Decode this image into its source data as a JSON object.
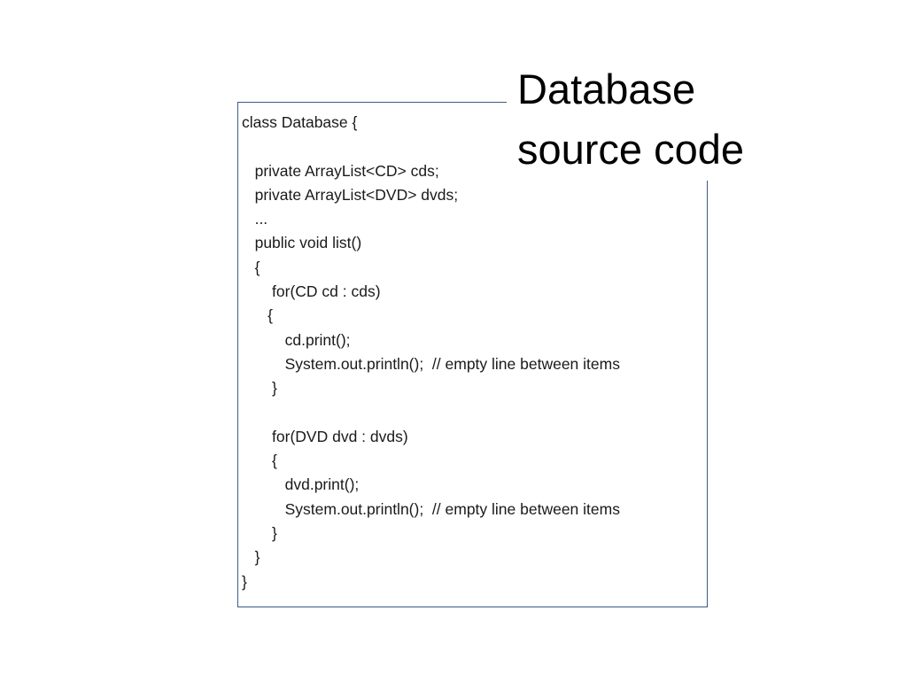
{
  "slide": {
    "title_lines": [
      "Database",
      "source code"
    ],
    "code_lines": [
      "class Database {",
      "",
      "   private ArrayList<CD> cds;",
      "   private ArrayList<DVD> dvds;",
      "   ...",
      "   public void list()",
      "   {",
      "       for(CD cd : cds)",
      "      {",
      "          cd.print();",
      "          System.out.println();  // empty line between items",
      "       }",
      "",
      "       for(DVD dvd : dvds)",
      "       {",
      "          dvd.print();",
      "          System.out.println();  // empty line between items",
      "       }",
      "   }",
      "}"
    ]
  },
  "colors": {
    "box_border": "#3b5a84",
    "text": "#000000",
    "background": "#ffffff"
  }
}
